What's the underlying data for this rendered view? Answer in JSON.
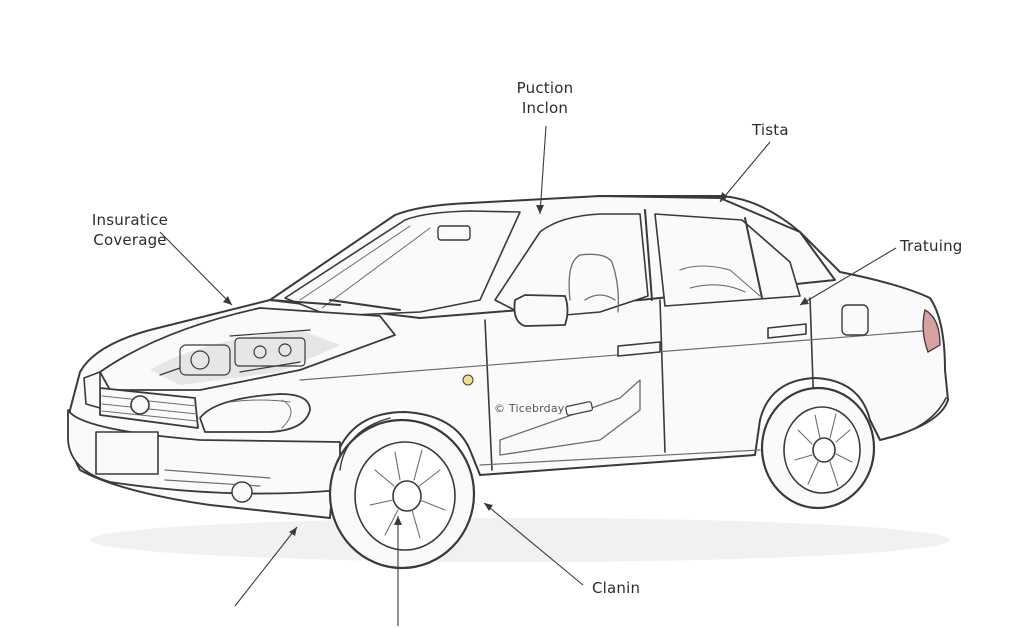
{
  "labels": {
    "top_line1": "Puction",
    "top_line2": "Inclon",
    "tista": "Tista",
    "left_line1": "Insuratice",
    "left_line2": "Coverage",
    "right": "Tratuing",
    "bottom_right": "Clanin",
    "door_text": "© Ticebrday"
  },
  "colors": {
    "ink": "#3a3a3a",
    "taillight": "#d9a0a0",
    "marker": "#f0e08a",
    "background": "#ffffff"
  }
}
